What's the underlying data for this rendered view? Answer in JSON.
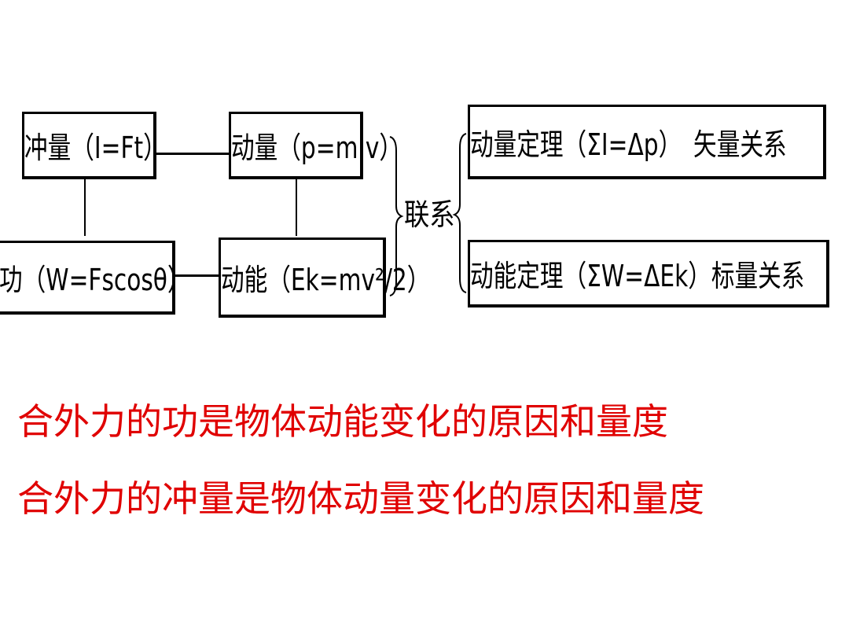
{
  "nodes": {
    "impulse": "冲量（I=Ft）",
    "momentum": "动量（p=m·v）",
    "work": "功（W=Fscosθ）",
    "kinetic_energy": "动能（Ek=mv²/2）"
  },
  "relation_label": "联系",
  "theorems": {
    "momentum_theorem": "动量定理（ΣI=Δp）　矢量关系",
    "kinetic_energy_theorem": "动能定理（ΣW=ΔEk）标量关系"
  },
  "statements": [
    "合外力的功是物体动能变化的原因和量度",
    "合外力的冲量是物体动量变化的原因和量度"
  ]
}
